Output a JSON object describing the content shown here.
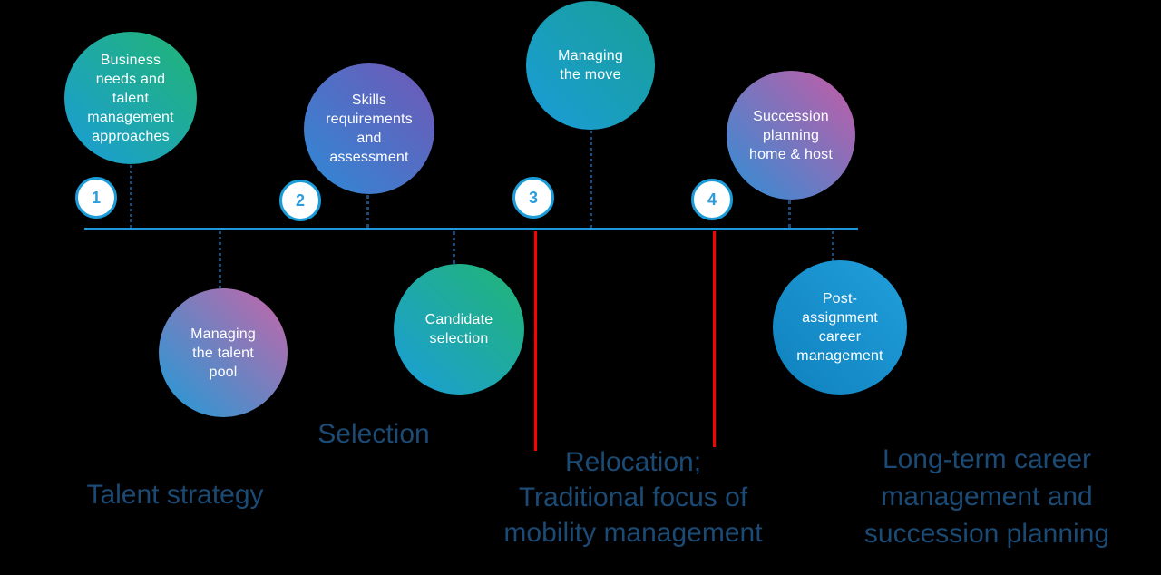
{
  "background_color": "#000000",
  "colors": {
    "timeline_blue": "#1b9cd8",
    "connector_navy": "#1b4a74",
    "label_navy": "#1b4a74",
    "divider_red": "#ff0000",
    "bubble_text": "#ffffff",
    "milestone_number_blue": "#2d9cdb"
  },
  "timeline": {
    "milestones": [
      {
        "number": "1"
      },
      {
        "number": "2"
      },
      {
        "number": "3"
      },
      {
        "number": "4"
      }
    ]
  },
  "bubbles": [
    {
      "id": "business-needs",
      "text": "Business\nneeds and\ntalent\nmanagement\napproaches",
      "gradient": {
        "from": "#1a9cd8",
        "to": "#22b573"
      }
    },
    {
      "id": "skills-requirements",
      "text": "Skills\nrequirements\nand\nassessment",
      "gradient": {
        "from": "#2e89d6",
        "to": "#7157b5"
      }
    },
    {
      "id": "managing-the-move",
      "text": "Managing\nthe move",
      "gradient": {
        "from": "#1b9cd8",
        "to": "#17a096"
      }
    },
    {
      "id": "succession-planning",
      "text": "Succession\nplanning\nhome & host",
      "gradient": {
        "from": "#2e8fd6",
        "to": "#c75aa5"
      }
    },
    {
      "id": "managing-talent-pool",
      "text": "Managing\nthe talent\npool",
      "gradient": {
        "from": "#1e9cd7",
        "to": "#c765a8"
      }
    },
    {
      "id": "candidate-selection",
      "text": "Candidate\nselection",
      "gradient": {
        "from": "#1b9dd9",
        "to": "#22b573"
      }
    },
    {
      "id": "post-assignment",
      "text": "Post-\nassignment\ncareer\nmanagement",
      "gradient": {
        "from": "#0f81bd",
        "to": "#219fdc"
      }
    }
  ],
  "phase_labels": [
    {
      "id": "talent-strategy",
      "text": "Talent strategy"
    },
    {
      "id": "selection",
      "text": "Selection"
    },
    {
      "id": "relocation",
      "text": "Relocation;\nTraditional focus of\nmobility management"
    },
    {
      "id": "long-term-career",
      "text": "Long-term career\nmanagement and\nsuccession planning"
    }
  ]
}
